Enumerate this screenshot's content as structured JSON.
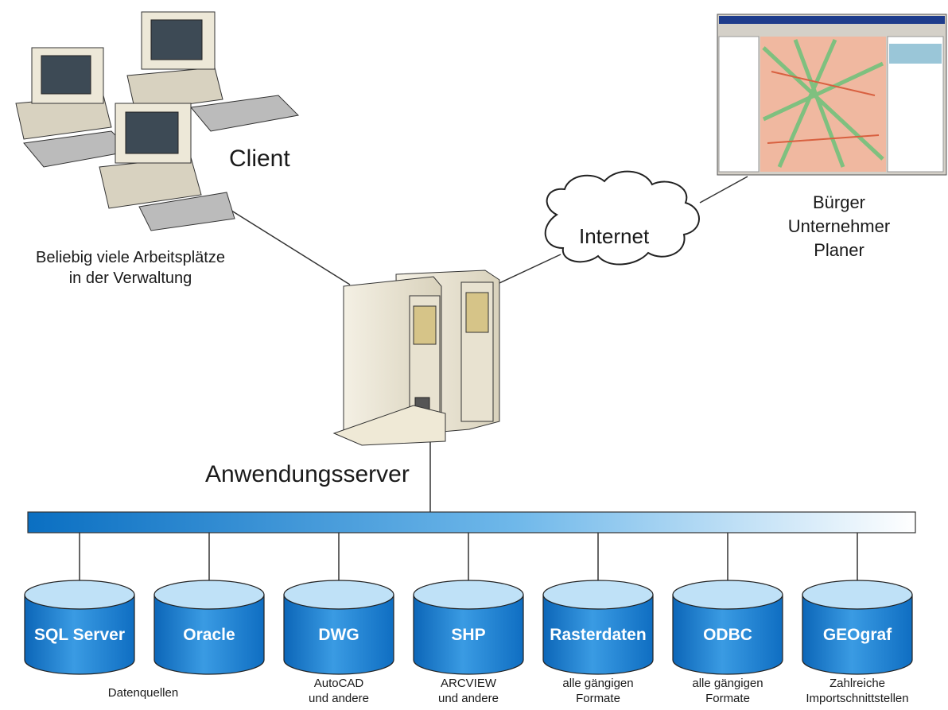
{
  "client": {
    "title": "Client",
    "desc_line1": "Beliebig viele Arbeitsplätze",
    "desc_line2": "in der Verwaltung"
  },
  "internet": {
    "label": "Internet"
  },
  "users": {
    "line1": "Bürger",
    "line2": "Unternehmer",
    "line3": "Planer"
  },
  "server": {
    "title": "Anwendungsserver"
  },
  "databases": [
    {
      "name": "SQL Server",
      "sub1": "Datenquellen",
      "sub2": ""
    },
    {
      "name": "Oracle",
      "sub1": "",
      "sub2": ""
    },
    {
      "name": "DWG",
      "sub1": "AutoCAD",
      "sub2": "und andere"
    },
    {
      "name": "SHP",
      "sub1": "ARCVIEW",
      "sub2": "und andere"
    },
    {
      "name": "Rasterdaten",
      "sub1": "alle gängigen",
      "sub2": "Formate"
    },
    {
      "name": "ODBC",
      "sub1": "alle gängigen",
      "sub2": "Formate"
    },
    {
      "name": "GEOgraf",
      "sub1": "Zahlreiche",
      "sub2": "Importschnittstellen"
    }
  ],
  "colors": {
    "bus_dark": "#0a6fc2",
    "bus_light": "#ffffff",
    "db_top": "#bfe1f7",
    "db_body": "#1f86d6"
  }
}
